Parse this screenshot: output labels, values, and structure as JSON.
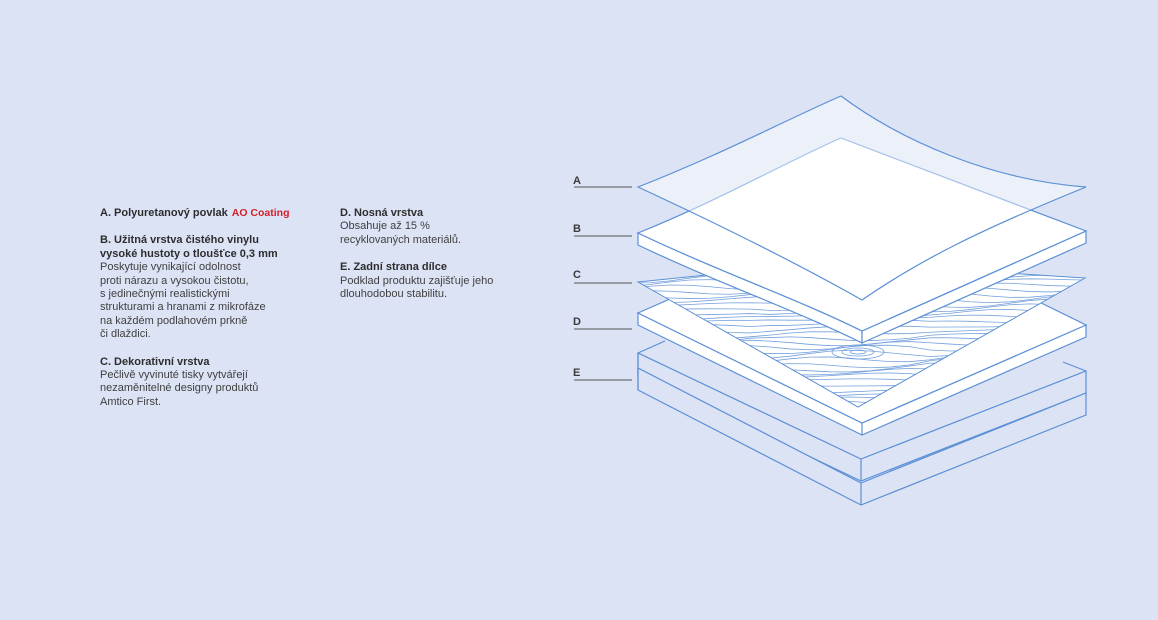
{
  "legend": {
    "a": {
      "title": "A. Polyuretanový povlak",
      "badge": "AO Coating"
    },
    "b": {
      "title": "B. Užitná vrstva čistého vinylu\nvysoké hustoty o tloušťce 0,3 mm",
      "body": "Poskytuje vynikající odolnost\nproti nárazu a vysokou čistotu,\ns jedinečnými realistickými\nstrukturami a hranami z mikrofáze\nna každém podlahovém prkně\nči dlaždici."
    },
    "c": {
      "title": "C. Dekorativní vrstva",
      "body": "Pečlivě vyvinuté tisky vytvářejí\nnezaměnitelné designy produktů\nAmtico First."
    },
    "d": {
      "title": "D. Nosná vrstva",
      "body": "Obsahuje až 15 %\nrecyklovaných materiálů."
    },
    "e": {
      "title": "E. Zadní strana dílce",
      "body": "Podklad produktu zajišťuje jeho\ndlouhodobou stabilitu."
    }
  },
  "diagram_labels": [
    "A",
    "B",
    "C",
    "D",
    "E"
  ],
  "colors": {
    "background": "#dce3f5",
    "line": "#5b8fd6",
    "accent": "#d31f2a",
    "layer_fill": "#ffffff"
  }
}
